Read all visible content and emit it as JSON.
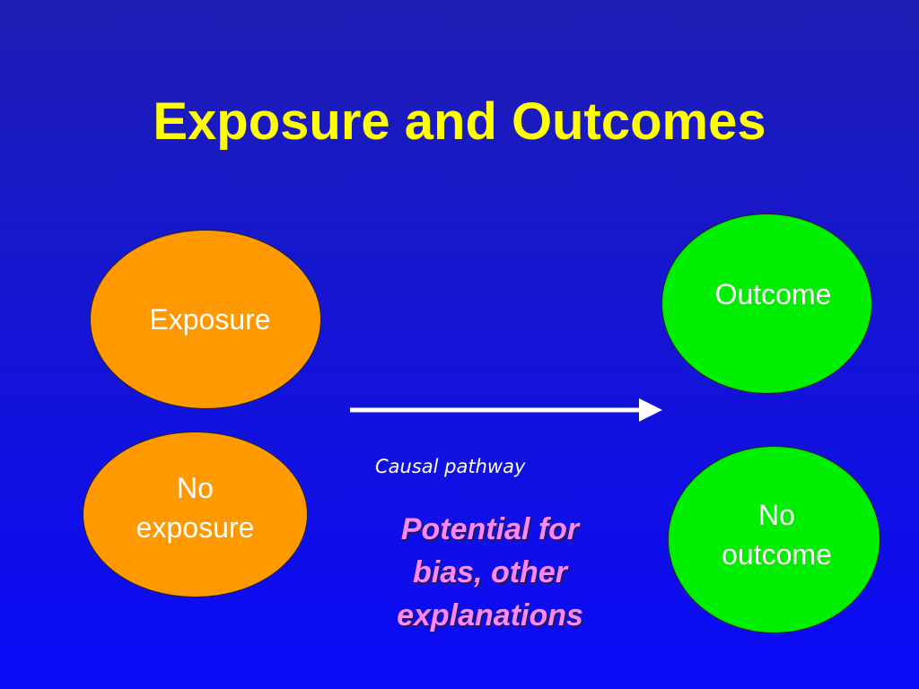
{
  "slide": {
    "title": "Exposure and Outcomes"
  },
  "nodes": {
    "exposure": "Exposure",
    "no_exposure": "No\nexposure",
    "outcome": "Outcome",
    "no_outcome": "No\noutcome"
  },
  "arrow": {
    "label": "Causal pathway"
  },
  "note": {
    "text": "Potential for\nbias, other\nexplanations"
  },
  "colors": {
    "background": "#1414d6",
    "title": "#ffff00",
    "exposure_fill": "#ff9900",
    "outcome_fill": "#00ee00",
    "note_text": "#ff88ff"
  }
}
